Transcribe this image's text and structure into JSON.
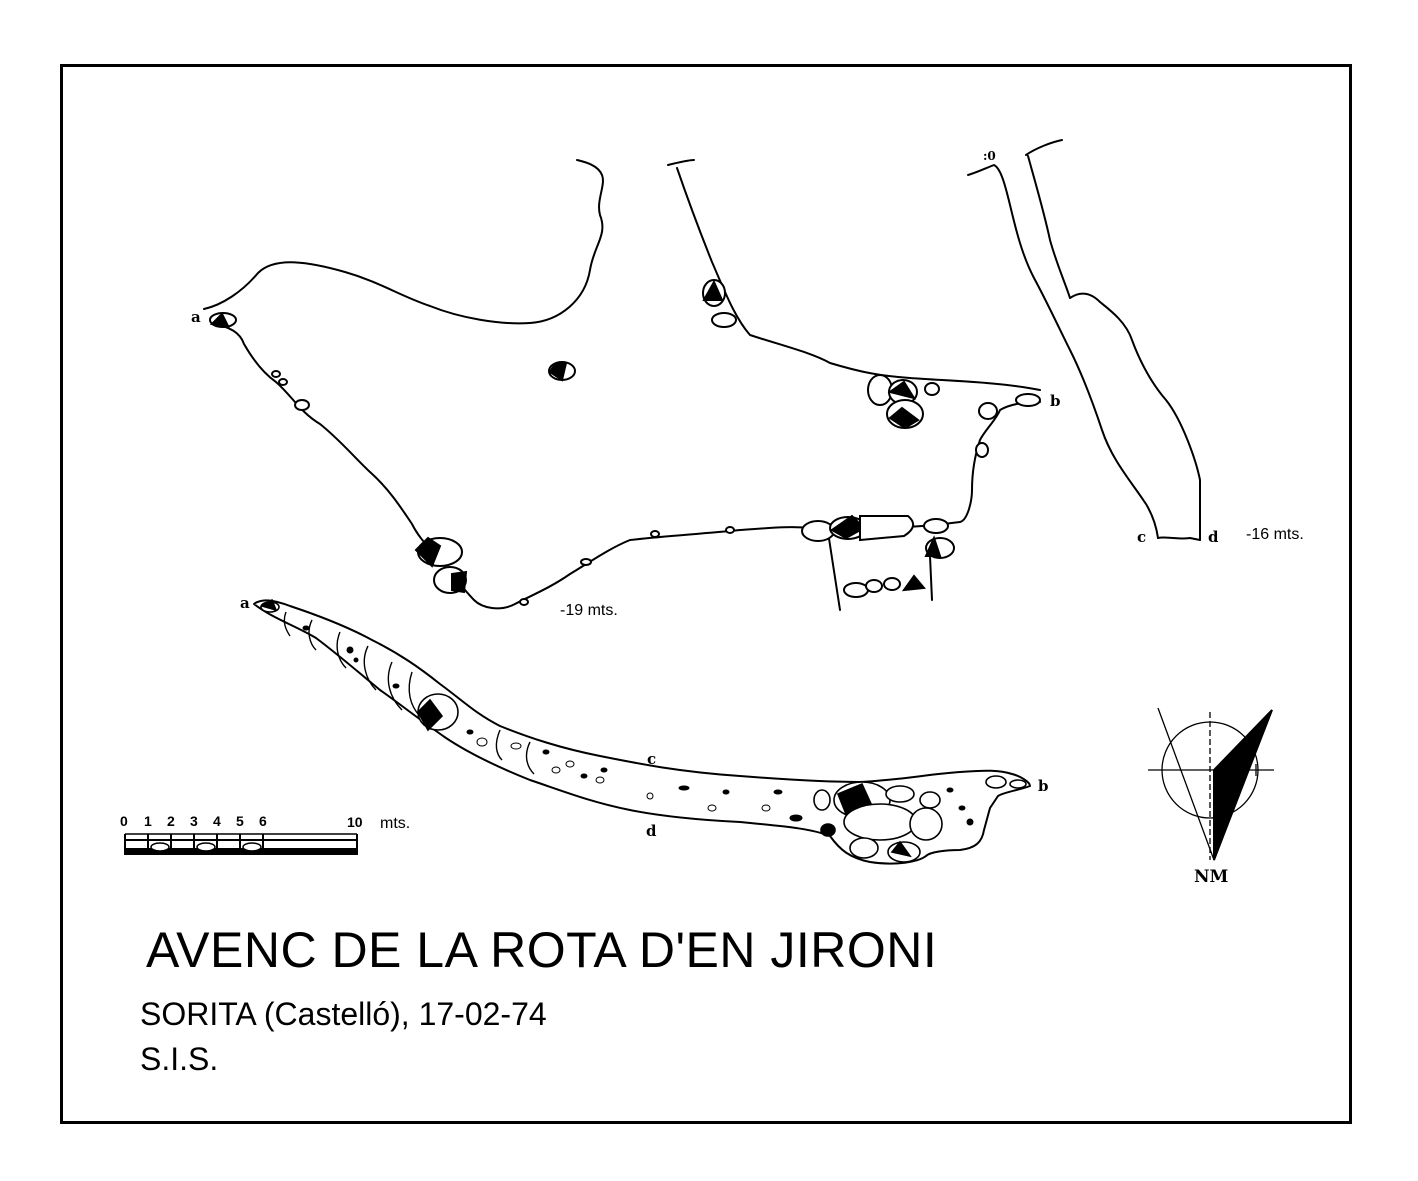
{
  "title": "AVENC DE LA ROTA D'EN JIRONI",
  "location_line": "SORITA (Castelló), 17-02-74",
  "author_line": "S.I.S.",
  "section": {
    "point_a": "a",
    "point_b": "b",
    "depth_label": "-19 mts."
  },
  "cross_section": {
    "point_zero": ":0",
    "point_c": "c",
    "point_d": "d",
    "depth_label": "-16 mts."
  },
  "plan": {
    "point_a": "a",
    "point_b": "b",
    "point_c": "c",
    "point_d": "d"
  },
  "scale_bar": {
    "ticks": [
      "0",
      "1",
      "2",
      "3",
      "4",
      "5",
      "6",
      "10"
    ],
    "unit": "mts."
  },
  "north_arrow": {
    "label": "NM"
  }
}
